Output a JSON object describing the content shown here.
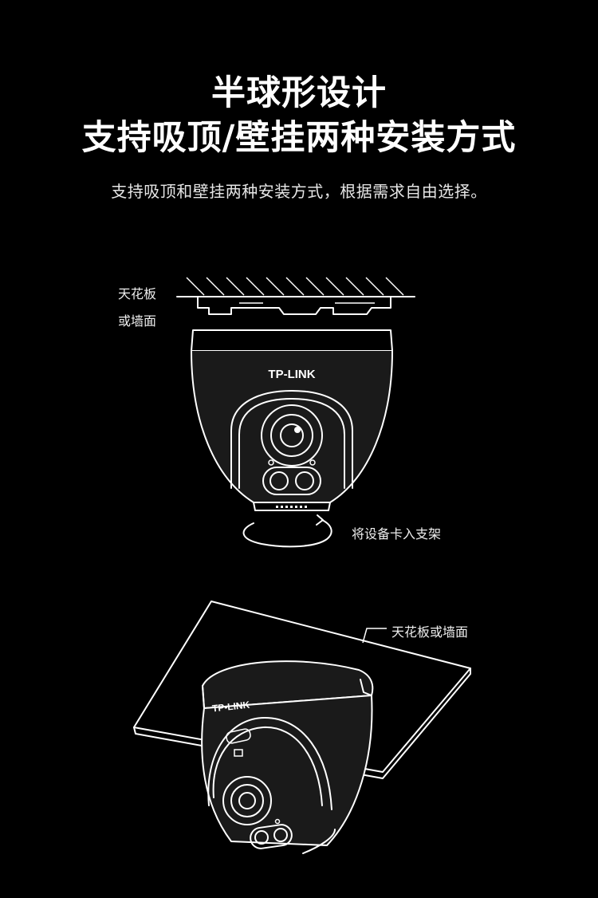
{
  "heading": {
    "line1": "半球形设计",
    "line2": "支持吸顶/壁挂两种安装方式"
  },
  "subtitle": "支持吸顶和壁挂两种安装方式，根据需求自由选择。",
  "top_diagram": {
    "surface_label_1": "天花板",
    "surface_label_2": "或墙面",
    "brand": "TP-LINK",
    "action_label": "将设备卡入支架"
  },
  "bottom_diagram": {
    "surface_label": "天花板或墙面",
    "brand": "TP-LINK"
  },
  "colors": {
    "background": "#000000",
    "line": "#ffffff"
  }
}
